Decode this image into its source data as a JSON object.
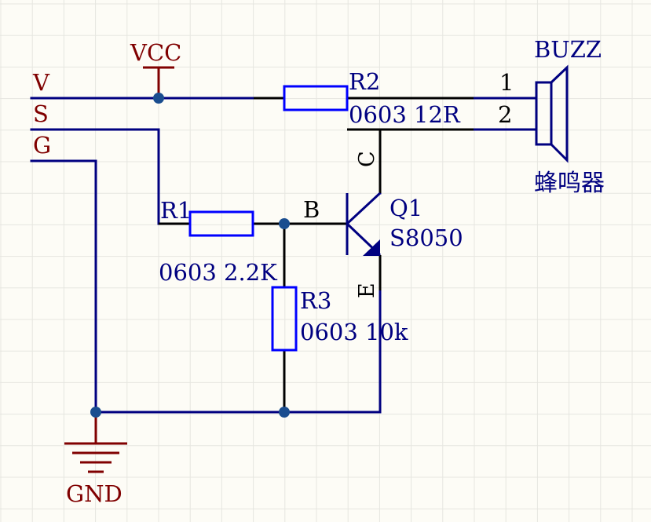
{
  "colors": {
    "background": "#fdfcf6",
    "grid": "#e6e6e0",
    "wire": "#000080",
    "component": "#0000ff",
    "power": "#800000",
    "pin_wire": "#000000",
    "junction": "#1a4d8f",
    "label_blue": "#000080",
    "label_red": "#800000"
  },
  "connector": {
    "pins": [
      "V",
      "S",
      "G"
    ]
  },
  "power": {
    "vcc": "VCC",
    "gnd": "GND"
  },
  "resistors": {
    "r1": {
      "designator": "R1",
      "value": "0603 2.2K"
    },
    "r2": {
      "designator": "R2",
      "value": "0603 12R"
    },
    "r3": {
      "designator": "R3",
      "value": "0603 10k"
    }
  },
  "transistor": {
    "designator": "Q1",
    "part": "S8050",
    "pin_b": "B",
    "pin_c": "C",
    "pin_e": "E"
  },
  "buzzer": {
    "designator": "BUZZ",
    "pin1": "1",
    "pin2": "2",
    "name": "蜂鸣器"
  }
}
